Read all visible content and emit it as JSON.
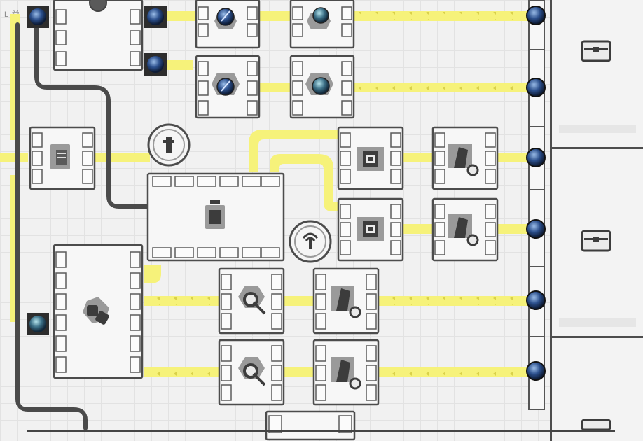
{
  "hud": {
    "label": "L 益"
  },
  "colors": {
    "conveyor": "#f6f27a",
    "conveyor_edge": "#d8d24a",
    "pipe": "#4a4a4a",
    "frame": "#4c4c4c",
    "machine_fill": "#f7f7f7",
    "icon_dark": "#3c3c3c",
    "icon_gray": "#9a9a9a",
    "orb_blue": "#2a4e8a"
  },
  "map": {
    "machines": [
      {
        "id": "refiner-top-left",
        "icon": "refiner-icon"
      },
      {
        "id": "crafter-1",
        "icon": "gem-crafter-icon"
      },
      {
        "id": "crafter-2",
        "icon": "gem-crafter-icon"
      },
      {
        "id": "crafter-3",
        "icon": "blue-crafter-icon"
      },
      {
        "id": "crafter-4",
        "icon": "gem-crafter-icon"
      },
      {
        "id": "crafter-5",
        "icon": "blue-crafter-icon"
      },
      {
        "id": "storage-left",
        "icon": "battery-storage-icon"
      },
      {
        "id": "central-hub",
        "icon": "power-hub-icon"
      },
      {
        "id": "smelter-1",
        "icon": "furnace-icon"
      },
      {
        "id": "smelter-2",
        "icon": "furnace-icon"
      },
      {
        "id": "drill-1",
        "icon": "drill-arm-icon"
      },
      {
        "id": "drill-2",
        "icon": "drill-arm-icon"
      },
      {
        "id": "big-refinery",
        "icon": "refinery-icon"
      },
      {
        "id": "grinder-1",
        "icon": "grinder-icon"
      },
      {
        "id": "grinder-2",
        "icon": "grinder-icon"
      },
      {
        "id": "drill-3",
        "icon": "drill-arm-icon"
      },
      {
        "id": "drill-4",
        "icon": "drill-arm-icon"
      },
      {
        "id": "bottom-machine",
        "icon": "machine-icon"
      }
    ],
    "towers": [
      {
        "id": "power-tower",
        "icon": "power-tower-icon"
      },
      {
        "id": "signal-tower",
        "icon": "signal-tower-icon"
      }
    ],
    "output_ports": 6,
    "right_panel": {
      "chests": [
        "chest-1",
        "chest-2",
        "chest-3"
      ]
    }
  }
}
